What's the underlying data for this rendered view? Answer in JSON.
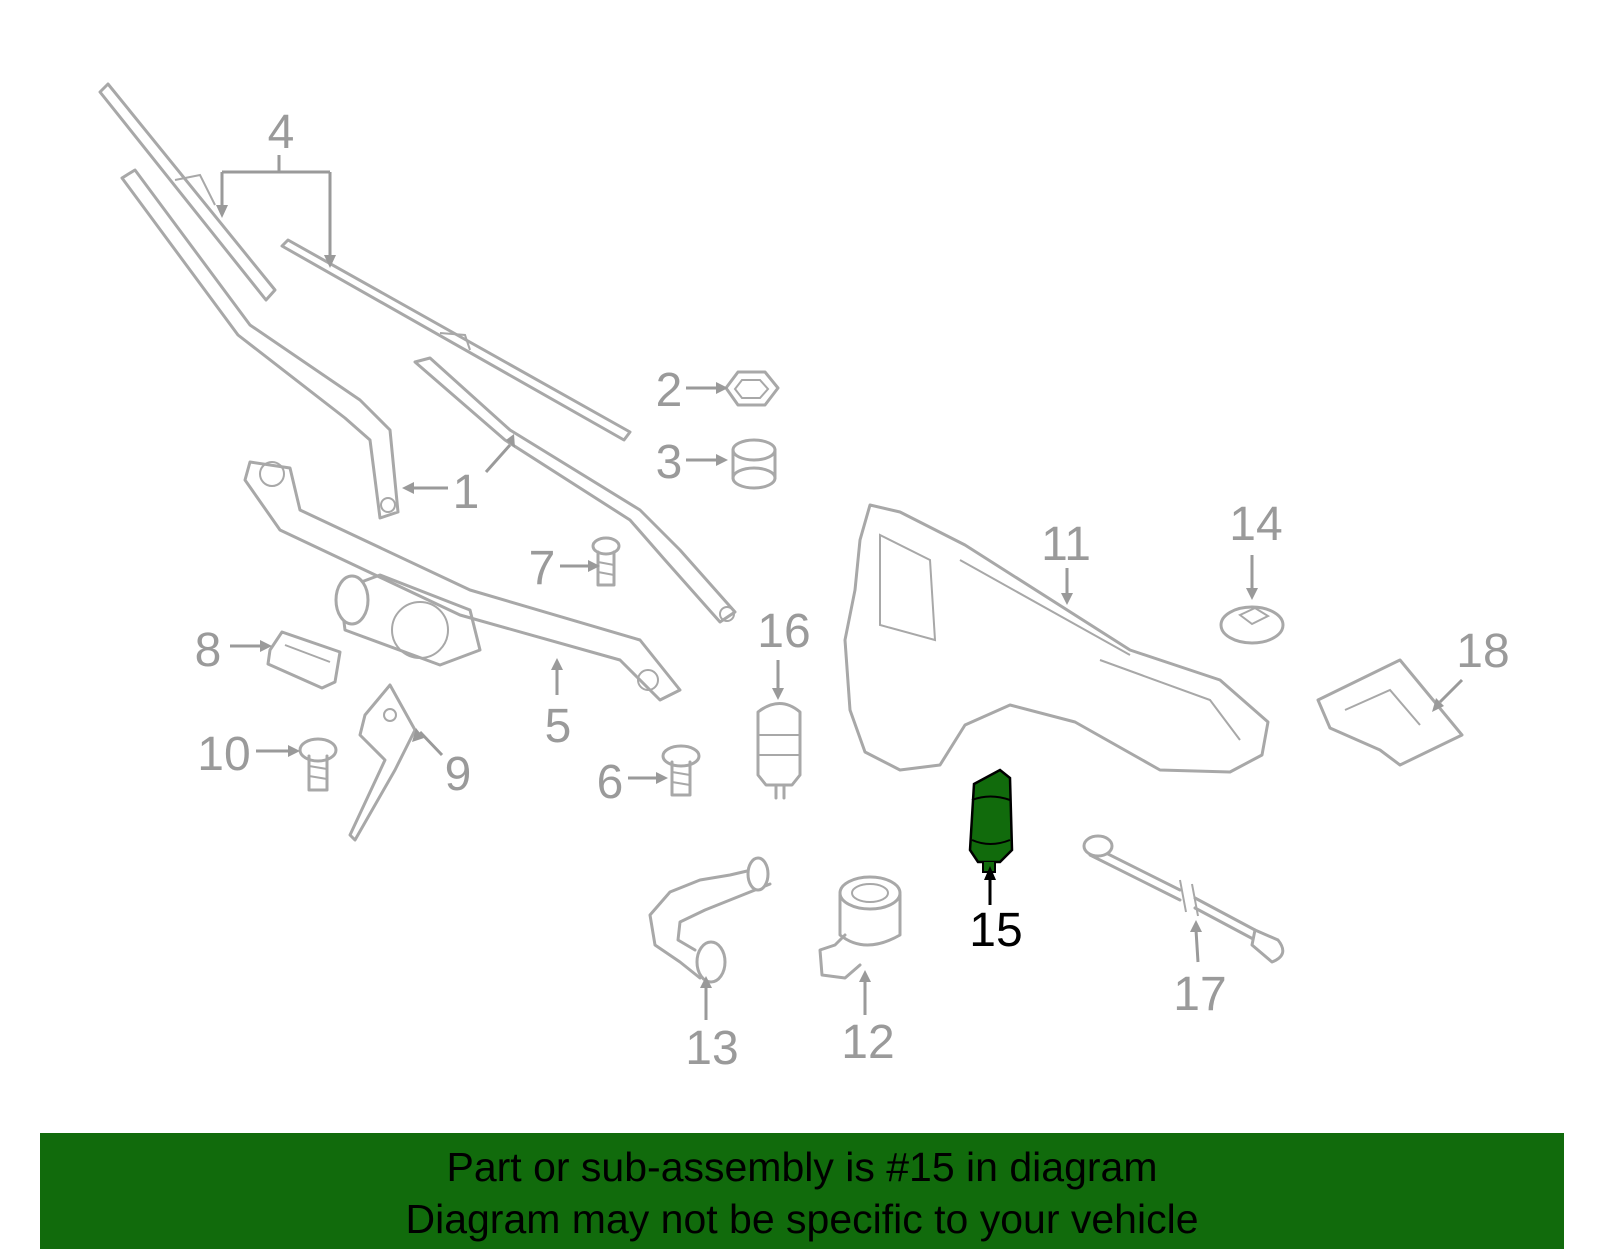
{
  "callouts": [
    {
      "id": "1",
      "label": "1",
      "highlighted": false
    },
    {
      "id": "2",
      "label": "2",
      "highlighted": false
    },
    {
      "id": "3",
      "label": "3",
      "highlighted": false
    },
    {
      "id": "4",
      "label": "4",
      "highlighted": false
    },
    {
      "id": "5",
      "label": "5",
      "highlighted": false
    },
    {
      "id": "6",
      "label": "6",
      "highlighted": false
    },
    {
      "id": "7",
      "label": "7",
      "highlighted": false
    },
    {
      "id": "8",
      "label": "8",
      "highlighted": false
    },
    {
      "id": "9",
      "label": "9",
      "highlighted": false
    },
    {
      "id": "10",
      "label": "10",
      "highlighted": false
    },
    {
      "id": "11",
      "label": "11",
      "highlighted": false
    },
    {
      "id": "12",
      "label": "12",
      "highlighted": false
    },
    {
      "id": "13",
      "label": "13",
      "highlighted": false
    },
    {
      "id": "14",
      "label": "14",
      "highlighted": false
    },
    {
      "id": "15",
      "label": "15",
      "highlighted": true
    },
    {
      "id": "16",
      "label": "16",
      "highlighted": false
    },
    {
      "id": "17",
      "label": "17",
      "highlighted": false
    },
    {
      "id": "18",
      "label": "18",
      "highlighted": false
    }
  ],
  "colors": {
    "part_outline": "#a8a8a8",
    "callout_text": "#9a9a9a",
    "highlight_part": "#116b0c",
    "banner_background": "#116b0c",
    "banner_text": "#000000"
  },
  "banner": {
    "line1": "Part or sub-assembly is #15 in diagram",
    "line2": "Diagram may not be specific to your vehicle"
  }
}
